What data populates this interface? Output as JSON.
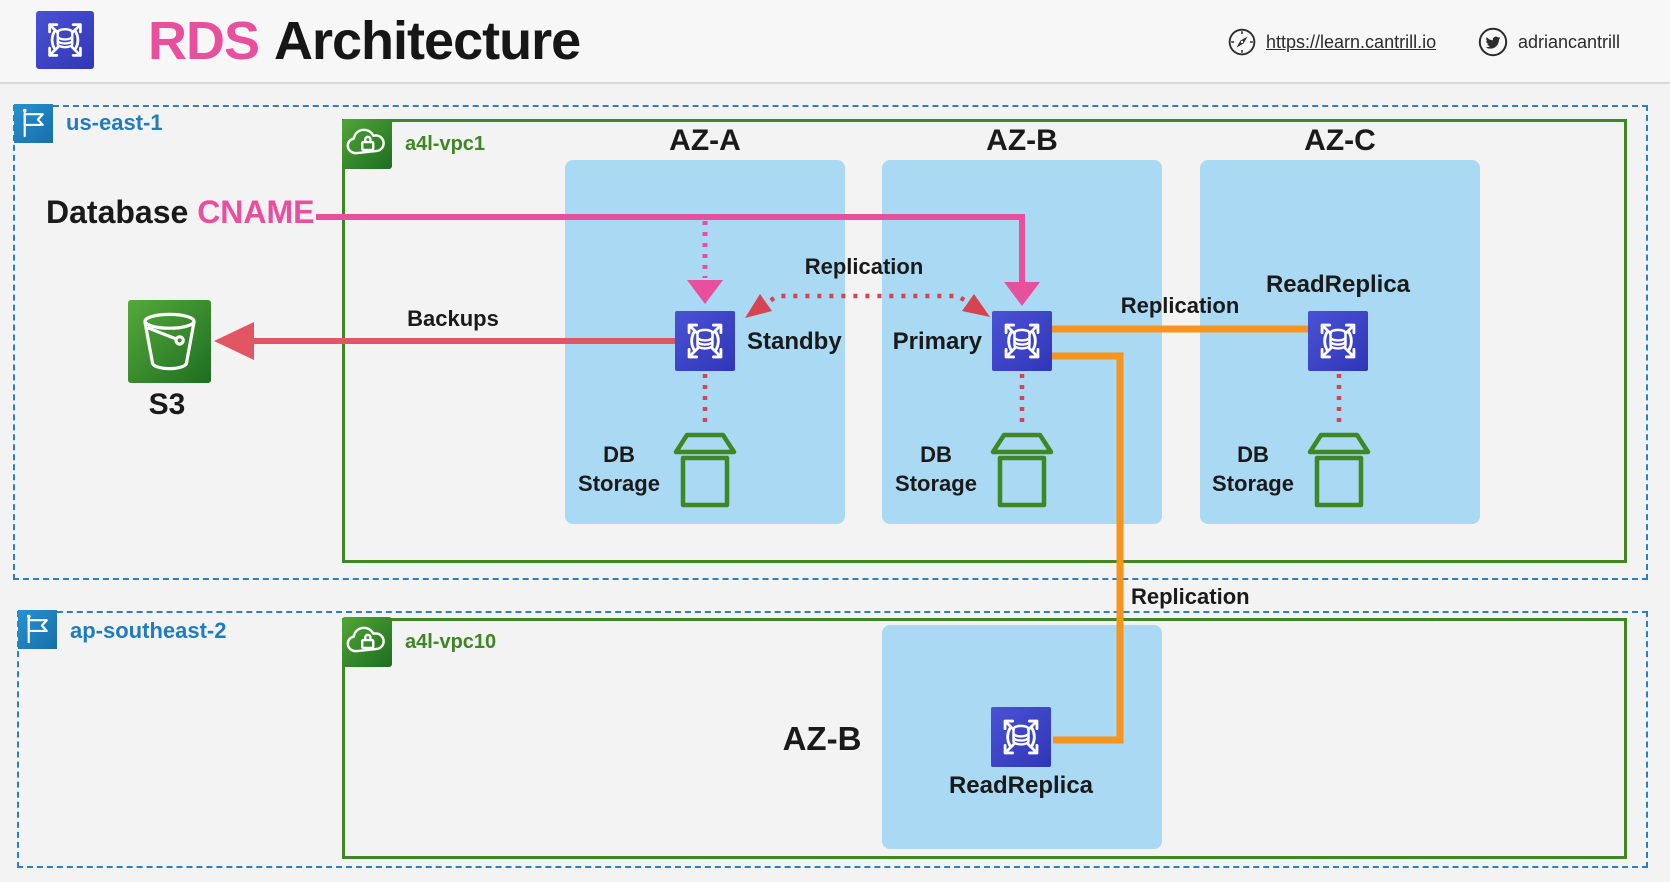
{
  "header": {
    "title_accent": "RDS",
    "title_rest": "Architecture",
    "site_label": "https://learn.cantrill.io",
    "twitter_label": "adriancantrill"
  },
  "regions": {
    "us_east_1": {
      "name": "us-east-1"
    },
    "ap_southeast_2": {
      "name": "ap-southeast-2"
    }
  },
  "vpcs": {
    "vpc1": {
      "name": "a4l-vpc1"
    },
    "vpc10": {
      "name": "a4l-vpc10"
    }
  },
  "azs": {
    "az_a": "AZ-A",
    "az_b": "AZ-B",
    "az_c": "AZ-C",
    "az_b_secondary": "AZ-B"
  },
  "nodes": {
    "s3": "S3",
    "standby": "Standby",
    "primary": "Primary",
    "read_replica_az_c": "ReadReplica",
    "read_replica_secondary": "ReadReplica",
    "storage_line1": "DB",
    "storage_line2": "Storage"
  },
  "flows": {
    "cname_prefix": "Database",
    "cname_accent": "CNAME",
    "backups": "Backups",
    "replication_sync": "Replication",
    "replication_az_c": "Replication",
    "replication_cross_region": "Replication"
  },
  "icons": {
    "logo": "rds-database-icon",
    "region": "flag-icon",
    "vpc": "cloud-lock-icon",
    "s3": "bucket-icon",
    "db_instance": "rds-instance-icon",
    "db_storage": "storage-volume-icon",
    "website": "compass-icon",
    "twitter": "twitter-bird-icon"
  },
  "colors": {
    "accent_pink": "#e8509d",
    "backup_red": "#e25563",
    "replication_red": "#d84352",
    "replication_orange": "#f7941e",
    "vpc_green": "#3f8624",
    "region_blue": "#2d7fc1",
    "az_fill": "#a9d9f3",
    "rds_indigo": "#3b44c8"
  }
}
